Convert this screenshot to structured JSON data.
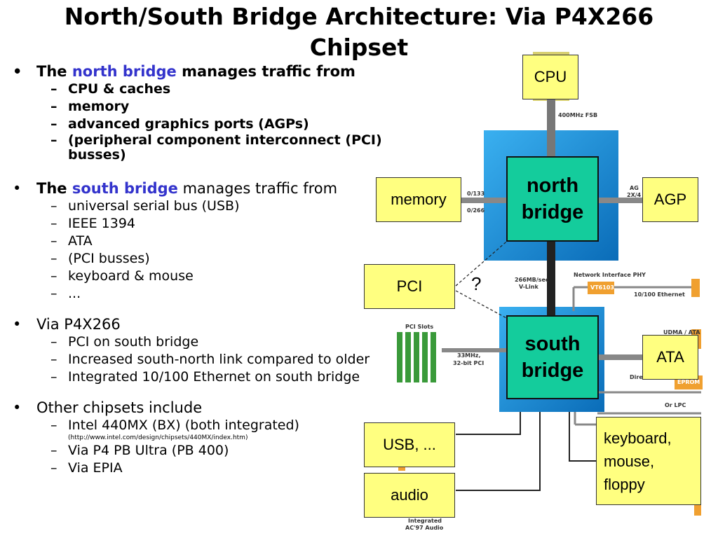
{
  "title": {
    "line1": "North/South Bridge Architecture: Via P4X266",
    "line2": "Chipset"
  },
  "bullets": {
    "north": {
      "pre": "The ",
      "highlight": "north bridge",
      "post": " manages traffic from",
      "items": [
        "CPU & caches",
        "memory",
        "advanced graphics ports (AGPs)",
        "(peripheral component interconnect (PCI)",
        "busses)"
      ]
    },
    "south": {
      "pre": "The ",
      "highlight": "south bridge",
      "post": " manages traffic from",
      "items": [
        "universal serial bus (USB)",
        "IEEE 1394",
        "ATA",
        "(PCI busses)",
        "keyboard & mouse",
        "..."
      ]
    },
    "via": {
      "text": "Via P4X266",
      "items": [
        "PCI on south bridge",
        "Increased south-north link compared to older",
        "Integrated 10/100 Ethernet on south bridge"
      ]
    },
    "other": {
      "text": "Other chipsets include",
      "items": [
        "Intel 440MX (BX) (both integrated)",
        "Via P4 PB Ultra (PB 400)",
        "Via EPIA"
      ],
      "url": "(http://www.intel.com/design/chipsets/440MX/index.htm)"
    }
  },
  "diagram": {
    "cpu": "CPU",
    "memory": "memory",
    "agp": "AGP",
    "pci": "PCI",
    "ata": "ATA",
    "usb": "USB, ...",
    "audio": "audio",
    "keyboard": {
      "line1": "keyboard,",
      "line2": "mouse,",
      "line3": "floppy"
    },
    "north_bridge": {
      "line1": "north",
      "line2": "bridge"
    },
    "south_bridge": {
      "line1": "south",
      "line2": "bridge"
    },
    "question": "?",
    "small_labels": {
      "fsb": "400MHz FSB",
      "mem1": "0/133",
      "mem2": "0/266",
      "agp1": "AG",
      "agp2": "2X/4",
      "vlink1": "266MB/sec",
      "vlink2": "V-Link",
      "nic": "Network Interface PHY",
      "vt": "VT6103",
      "eth": "10/100 Ethernet",
      "pcislots": "PCI Slots",
      "pci1": "33MHz,",
      "pci2": "32-bit PCI",
      "udma": "UDMA / ATA",
      "dire": "Dire",
      "eprom": "EPROM",
      "orlpc": "Or LPC",
      "ac1": "Integrated",
      "ac2": "AC'97 Audio"
    },
    "colors": {
      "chip_blue": "#1e90d8",
      "label_yellow": "#ffff80",
      "bridge_green": "#14cc9c",
      "orange": "#f0a030"
    }
  }
}
